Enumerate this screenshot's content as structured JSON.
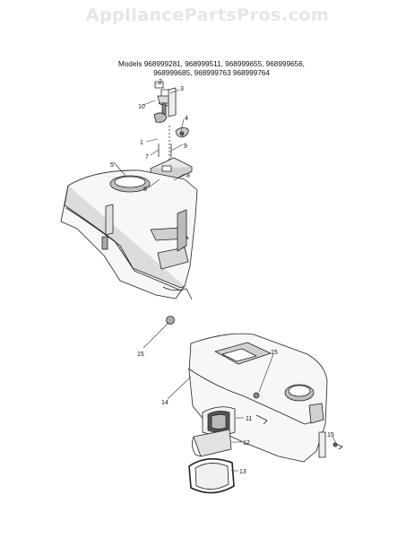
{
  "watermark": "AppliancePartsPros.com",
  "models": {
    "line1": "Models 968999281, 968999511, 968999655, 968999656,",
    "line2": "968999685, 968999763 968999764"
  },
  "callouts": [
    {
      "id": "callout-1",
      "label": "1"
    },
    {
      "id": "callout-2",
      "label": "2"
    },
    {
      "id": "callout-3",
      "label": "3"
    },
    {
      "id": "callout-4",
      "label": "4"
    },
    {
      "id": "callout-5",
      "label": "5"
    },
    {
      "id": "callout-6",
      "label": "6"
    },
    {
      "id": "callout-7",
      "label": "7"
    },
    {
      "id": "callout-8",
      "label": "8"
    },
    {
      "id": "callout-9",
      "label": "9"
    },
    {
      "id": "callout-10",
      "label": "10"
    },
    {
      "id": "callout-11",
      "label": "11"
    },
    {
      "id": "callout-12",
      "label": "12"
    },
    {
      "id": "callout-13",
      "label": "13"
    },
    {
      "id": "callout-14",
      "label": "14"
    },
    {
      "id": "callout-15a",
      "label": "15"
    },
    {
      "id": "callout-15b",
      "label": "15"
    },
    {
      "id": "callout-15c",
      "label": "15"
    }
  ]
}
